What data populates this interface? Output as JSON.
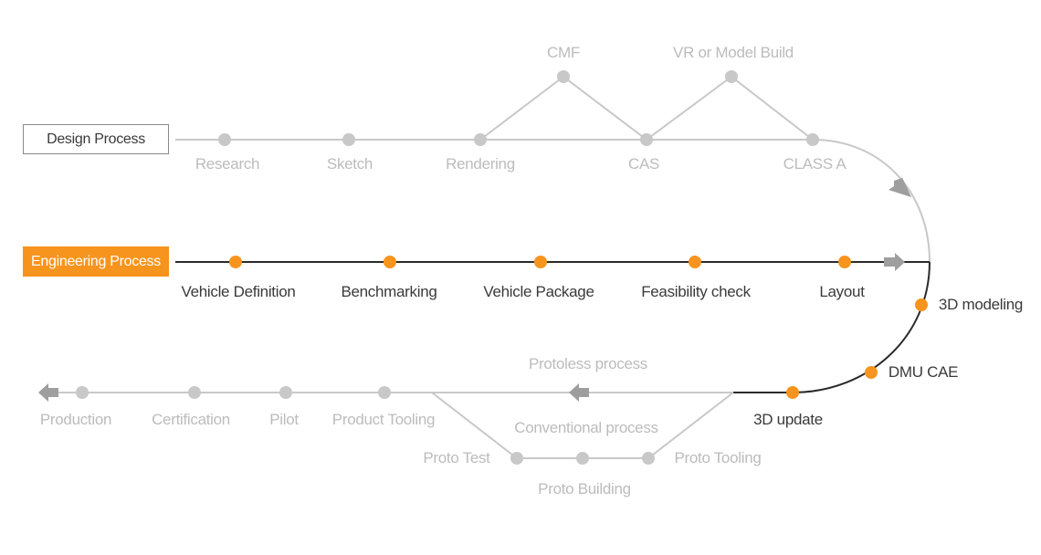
{
  "colors": {
    "accent": "#f7941d",
    "inactive": "#c8c8c8",
    "inactive_text": "#bcbcbc",
    "active_line": "#2a2a2a",
    "active_text": "#3a3a3a"
  },
  "design": {
    "tag": "Design Process",
    "stations": [
      "Research",
      "Sketch",
      "Rendering",
      "CAS",
      "CLASS A"
    ],
    "branches": [
      "CMF",
      "VR or Model Build"
    ]
  },
  "engineering": {
    "tag": "Engineering Process",
    "stations": [
      "Vehicle Definition",
      "Benchmarking",
      "Vehicle Package",
      "Feasibility check",
      "Layout"
    ]
  },
  "curve": {
    "stations": [
      "3D  modeling",
      "DMU CAE",
      "3D  update"
    ]
  },
  "production": {
    "stations": [
      "Production",
      "Certification",
      "Pilot",
      "Product Tooling"
    ],
    "protoless_label": "Protoless process",
    "conventional_label": "Conventional process",
    "proto_stations": [
      "Proto Test",
      "Proto Building",
      "Proto Tooling"
    ]
  },
  "icons": [
    "arrow-right-icon",
    "arrow-down-right-icon",
    "arrow-left-icon"
  ]
}
